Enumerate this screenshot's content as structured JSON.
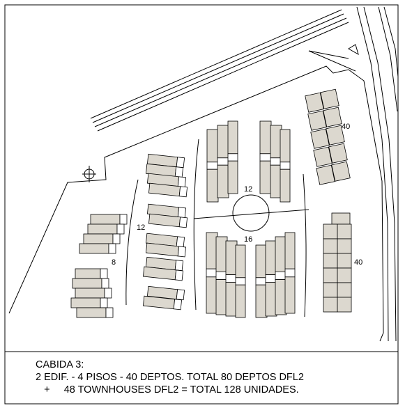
{
  "site_plan": {
    "unit_counts": {
      "left_lower": "8",
      "left_upper": "12",
      "center_top": "12",
      "center_bottom": "16",
      "right_top": "40",
      "right_bottom": "40"
    }
  },
  "caption": {
    "line1": "CABIDA 3:",
    "line2": "2 EDIF. - 4 PISOS - 40 DEPTOS. TOTAL 80 DEPTOS DFL2",
    "line3": "   +     48 TOWNHOUSES DFL2 = TOTAL 128 UNIDADES."
  },
  "colors": {
    "building_fill": "#dcd8cf",
    "line": "#000000",
    "background": "#ffffff"
  }
}
